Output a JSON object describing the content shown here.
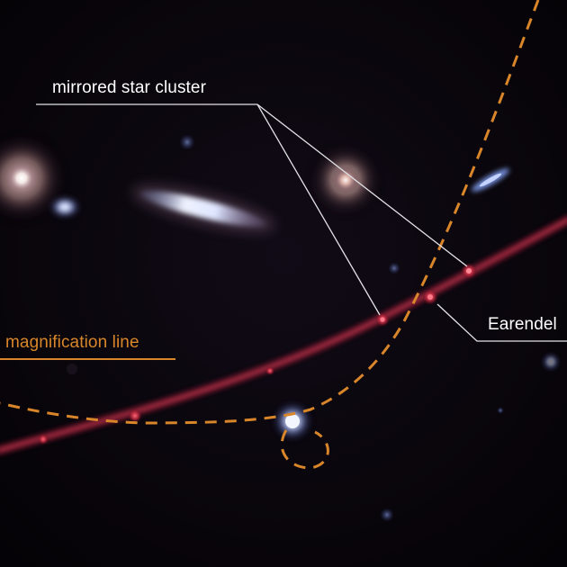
{
  "labels": {
    "star_cluster": "mirrored star cluster",
    "earendel": "Earendel",
    "magnification_line": "magnification line"
  },
  "colors": {
    "background": "#050307",
    "annotation": "#ffffff",
    "magnification": "#d9862a",
    "lensed_arc": "#b8323c",
    "galaxy": "#d9e2ff"
  }
}
